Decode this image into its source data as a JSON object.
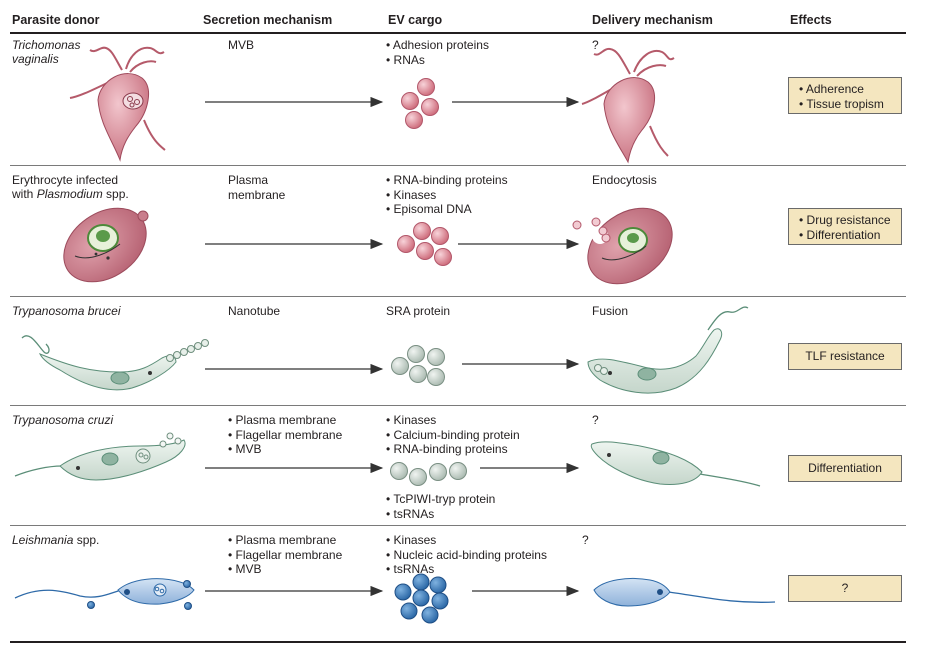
{
  "headers": {
    "donor": "Parasite donor",
    "secretion": "Secretion mechanism",
    "cargo": "EV cargo",
    "delivery": "Delivery mechanism",
    "effects": "Effects"
  },
  "rows": [
    {
      "donor_line1": "Trichomonas",
      "donor_line2": "vaginalis",
      "secretion": [
        "MVB"
      ],
      "cargo": [
        "Adhesion proteins",
        "RNAs"
      ],
      "delivery": "?",
      "effects": [
        "Adherence",
        "Tissue tropism"
      ]
    },
    {
      "donor_line1": "Erythrocyte infected",
      "donor_prefix": "with ",
      "donor_italic": "Plasmodium",
      "donor_suffix": " spp.",
      "secretion_line1": "Plasma",
      "secretion_line2": "membrane",
      "cargo": [
        "RNA-binding proteins",
        "Kinases",
        "Episomal DNA"
      ],
      "delivery": "Endocytosis",
      "effects": [
        "Drug resistance",
        "Differentiation"
      ]
    },
    {
      "donor": "Trypanosoma brucei",
      "secretion": "Nanotube",
      "cargo": "SRA protein",
      "delivery": "Fusion",
      "effects": "TLF resistance"
    },
    {
      "donor": "Trypanosoma cruzi",
      "secretion": [
        "Plasma membrane",
        "Flagellar membrane",
        "MVB"
      ],
      "cargo_top": [
        "Kinases",
        "Calcium-binding protein",
        "RNA-binding proteins"
      ],
      "cargo_bottom": [
        "TcPIWI-tryp protein",
        "tsRNAs"
      ],
      "delivery": "?",
      "effects": "Differentiation"
    },
    {
      "donor_italic": "Leishmania",
      "donor_suffix": " spp.",
      "secretion": [
        "Plasma membrane",
        "Flagellar membrane",
        "MVB"
      ],
      "cargo": [
        "Kinases",
        "Nucleic acid-binding proteins",
        "tsRNAs"
      ],
      "delivery": "?",
      "effects": "?"
    }
  ],
  "colors": {
    "trichomonas": "#d98e9a",
    "erythrocyte": "#c97d8c",
    "trypanosome": "#d9e8e0",
    "leishmania": "#a9c4e4",
    "leishmania_ev": "#3d7fbf",
    "effect_box": "#f4e6bf",
    "nucleus_green": "#5a9a4a"
  },
  "icons": {
    "row1_left": "trichomonas-parasite-icon",
    "row1_right": "trichomonas-parasite-icon",
    "row2_left": "infected-erythrocyte-icon",
    "row2_right": "infected-erythrocyte-icon",
    "row3_left": "trypanosoma-brucei-icon",
    "row3_right": "trypanosoma-brucei-icon",
    "row4_left": "trypanosoma-cruzi-icon",
    "row4_right": "trypanosoma-cruzi-icon",
    "row5_left": "leishmania-icon",
    "row5_right": "leishmania-icon"
  }
}
